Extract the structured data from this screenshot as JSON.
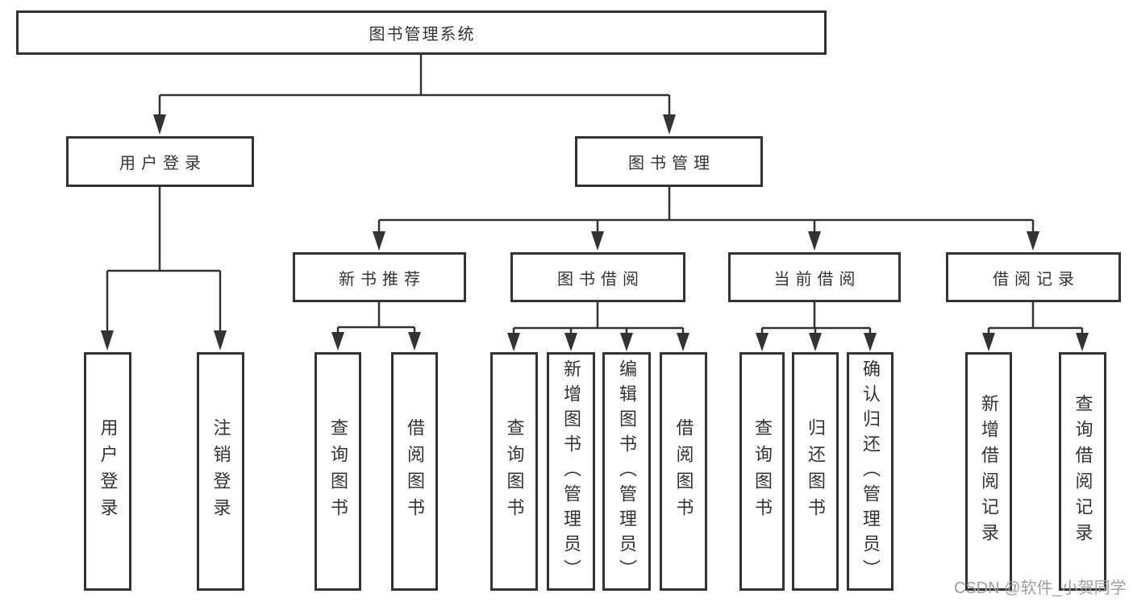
{
  "colors": {
    "line": "#333333",
    "text": "#333333",
    "watermark": "#9e9e9e",
    "background": "#ffffff"
  },
  "tree": {
    "root": {
      "label": "图书管理系统"
    },
    "branches": [
      {
        "label": "用户登录",
        "children": [
          {
            "label": "用户登录"
          },
          {
            "label": "注销登录"
          }
        ]
      },
      {
        "label": "图书管理",
        "children": [
          {
            "label": "新书推荐",
            "children": [
              {
                "label": "查询图书"
              },
              {
                "label": "借阅图书"
              }
            ]
          },
          {
            "label": "图书借阅",
            "children": [
              {
                "label": "查询图书"
              },
              {
                "label": "新增图书（管理员）"
              },
              {
                "label": "编辑图书（管理员）"
              },
              {
                "label": "借阅图书"
              }
            ]
          },
          {
            "label": "当前借阅",
            "children": [
              {
                "label": "查询图书"
              },
              {
                "label": "归还图书"
              },
              {
                "label": "确认归还（管理员）"
              }
            ]
          },
          {
            "label": "借阅记录",
            "children": [
              {
                "label": "新增借阅记录"
              },
              {
                "label": "查询借阅记录"
              }
            ]
          }
        ]
      }
    ]
  },
  "watermark": {
    "text": "CSDN @软件_小贺同学"
  }
}
